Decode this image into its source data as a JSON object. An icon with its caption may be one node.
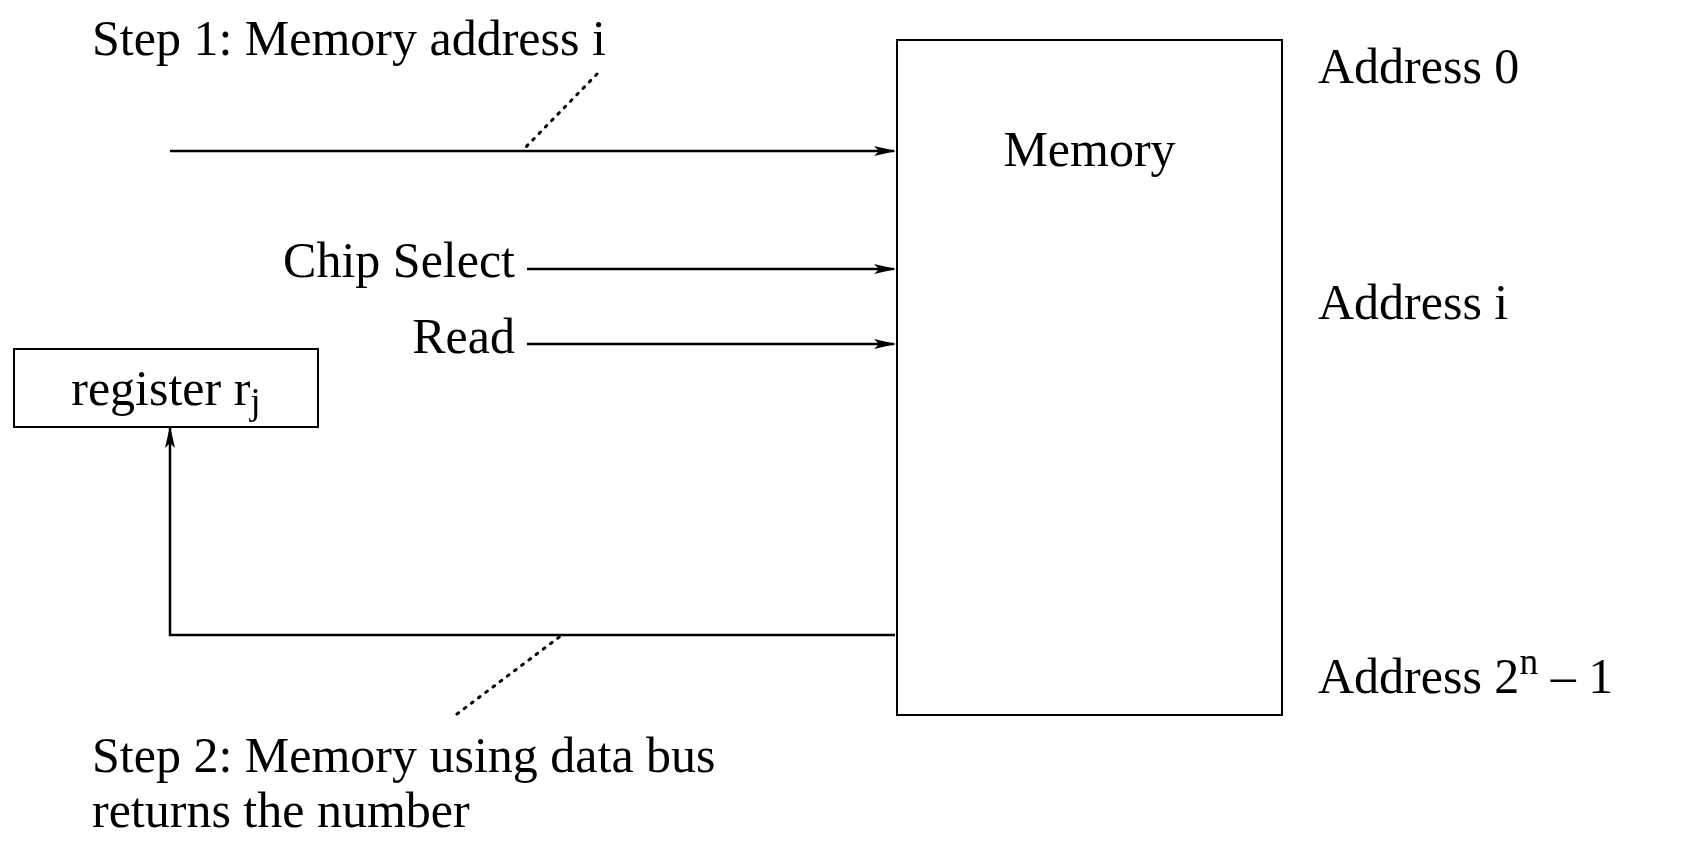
{
  "diagram": {
    "nodes": [
      {
        "text": [
          "Step 1: Memory address i"
        ]
      },
      {
        "text": [
          "Memory"
        ],
        "beside": [
          "Address 0",
          "Address i",
          "Address 2$^{n}$ – 1"
        ]
      },
      {
        "text": [
          "Chip Select"
        ]
      },
      {
        "text": [
          "Read"
        ]
      },
      {
        "text": [
          "register r$_{j}$"
        ]
      },
      {
        "text": [
          "Step 2: Memory using data bus returns the number"
        ]
      }
    ],
    "edges": [
      {
        "from": null,
        "to": 1,
        "arrow": "to"
      },
      {
        "from": 2,
        "to": 1,
        "arrow": "to"
      },
      {
        "from": 3,
        "to": 1,
        "arrow": "to"
      },
      {
        "from": 1,
        "to": 4,
        "arrow": "to"
      },
      {
        "from": 0,
        "to": null,
        "arrow": "none",
        "style": "dashed"
      },
      {
        "from": 5,
        "to": null,
        "arrow": "none",
        "style": "dashed"
      }
    ]
  }
}
